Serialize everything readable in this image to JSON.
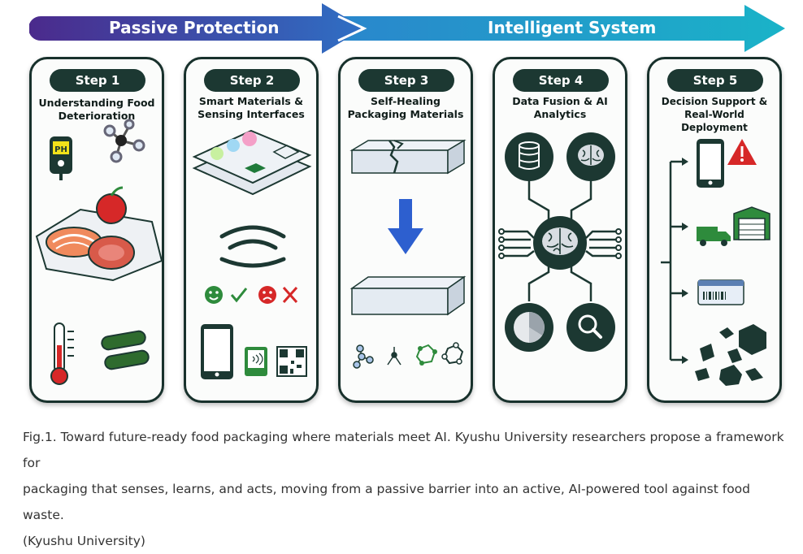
{
  "phases": {
    "passive_label": "Passive Protection",
    "intelligent_label": "Intelligent System"
  },
  "steps": [
    {
      "step": "Step 1",
      "title": "Understanding Food Deterioration"
    },
    {
      "step": "Step 2",
      "title": "Smart Materials & Sensing Interfaces"
    },
    {
      "step": "Step 3",
      "title": "Self-Healing Packaging Materials"
    },
    {
      "step": "Step 4",
      "title": "Data Fusion & AI Analytics"
    },
    {
      "step": "Step 5",
      "title": "Decision Support & Real-World Deployment"
    }
  ],
  "icons": {
    "ph_label": "PH"
  },
  "caption": {
    "line1": "Fig.1. Toward future-ready food packaging where materials meet AI. Kyushu University researchers propose a framework for",
    "line2": "packaging that senses, learns, and acts, moving from a passive barrier into an active, AI-powered tool against food waste.",
    "line3": "(Kyushu University)"
  },
  "colors": {
    "passive_start": "#4b2a8c",
    "passive_end": "#2f6fc4",
    "intelligent_start": "#2a86cc",
    "intelligent_end": "#1ab3c8",
    "panel_border": "#18312c",
    "dark_teal": "#1c3832",
    "green": "#2e8b3c",
    "red": "#d62828",
    "blue_arrow": "#2d5fcf"
  }
}
